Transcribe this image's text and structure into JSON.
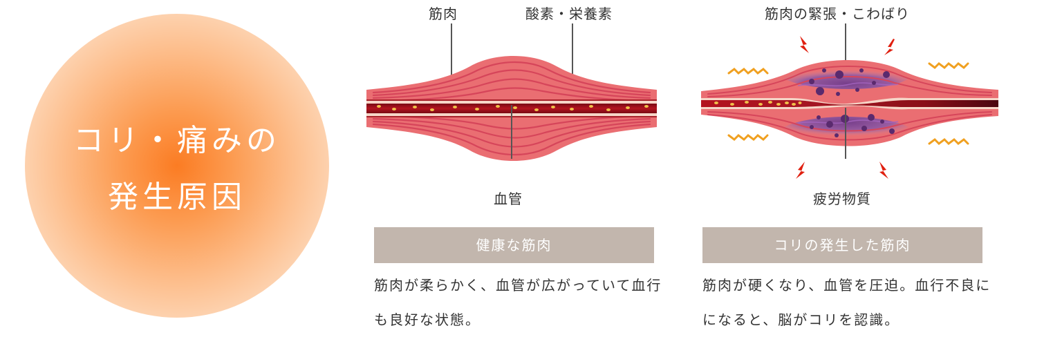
{
  "title": {
    "line1": "コリ・痛みの",
    "line2": "発生原因"
  },
  "healthy": {
    "label_muscle": "筋肉",
    "label_oxygen": "酸素・栄養素",
    "label_vessel": "血管",
    "caption": "健康な筋肉",
    "description": "筋肉が柔らかく、血管が広がっていて血行も良好な状態。"
  },
  "stiff": {
    "label_tension": "筋肉の緊張・こわばり",
    "label_fatigue": "疲労物質",
    "caption": "コリの発生した筋肉",
    "description": "筋肉が硬くなり、血管を圧迫。血行不良にになると、脳がコリを認識。"
  },
  "colors": {
    "circle_center": "#fb7c23",
    "muscle": "#ea6e72",
    "muscle_line": "#d94a5a",
    "vessel": "#a0121c",
    "nutrient": "#f0c24a",
    "fatigue_purple": "#5a2a6e",
    "caption_bg": "#c2b6ad",
    "zigzag": "#f0a020",
    "bolt": "#e02010"
  }
}
